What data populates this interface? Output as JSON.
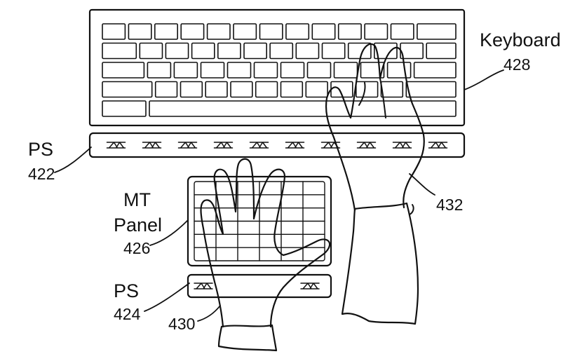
{
  "labels": {
    "keyboard": "Keyboard",
    "keyboard_ref": "428",
    "ps_top": "PS",
    "ps_top_ref": "422",
    "mt_line1": "MT",
    "mt_line2": "Panel",
    "mt_ref": "426",
    "ps_bottom": "PS",
    "ps_bottom_ref": "424",
    "left_hand_ref": "430",
    "right_hand_ref": "432"
  },
  "colors": {
    "ink": "#111111",
    "paper": "#ffffff"
  },
  "keyboard_rows": [
    [
      1,
      1,
      1,
      1,
      1,
      1,
      1,
      1,
      1,
      1,
      1,
      1,
      1.7
    ],
    [
      1.5,
      1,
      1,
      1,
      1,
      1,
      1,
      1,
      1,
      1,
      1,
      1,
      1.3
    ],
    [
      1.8,
      1,
      1,
      1,
      1,
      1,
      1,
      1,
      1,
      1,
      1,
      1.8
    ],
    [
      2.3,
      1,
      1,
      1,
      1,
      1,
      1,
      1,
      1,
      1,
      1,
      2.3
    ],
    [
      1.9,
      13.4
    ]
  ],
  "sensor_strip_top_count": 10,
  "sensor_strip_bottom_count": 2,
  "mt_grid": {
    "columns": 6,
    "rows": 6
  }
}
